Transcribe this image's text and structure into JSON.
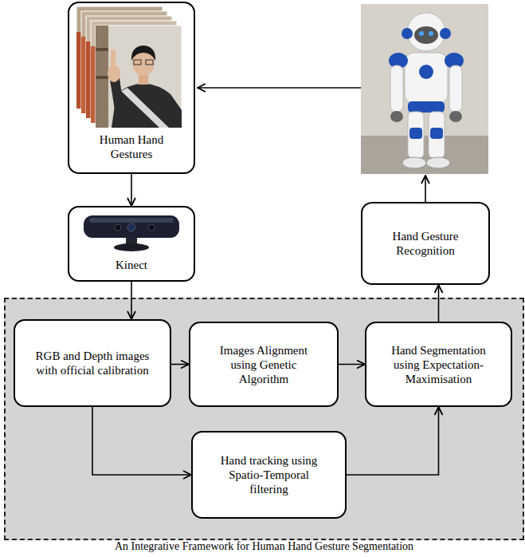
{
  "diagram": {
    "nodes": [
      {
        "text": [
          "Human Hand Gestures"
        ]
      },
      {
        "text": [
          "Kinect"
        ]
      },
      {
        "text": [
          "An Integrative Framework for Human Hand Gesture Segmentation"
        ]
      },
      {
        "text": [
          "RGB and Depth images with official calibration"
        ],
        "in": 2
      },
      {
        "text": [
          "Images Alignment using Genetic Algorithm"
        ],
        "in": 2
      },
      {
        "text": [
          "Hand Segmentation using Expectation-Maximisation"
        ],
        "in": 2
      },
      {
        "text": [
          "Hand tracking using Spatio-Temporal filtering"
        ],
        "in": 2
      },
      {
        "text": [
          "Hand Gesture Recognition"
        ]
      }
    ],
    "edges": [
      {
        "from": 0,
        "to": 1,
        "arrow": "to"
      },
      {
        "from": 1,
        "to": 3,
        "arrow": "to"
      },
      {
        "from": 3,
        "to": 4,
        "arrow": "to"
      },
      {
        "from": 4,
        "to": 5,
        "arrow": "to"
      },
      {
        "from": 3,
        "to": 6,
        "arrow": "to"
      },
      {
        "from": 6,
        "to": 5,
        "arrow": "to"
      },
      {
        "from": 5,
        "to": 7,
        "arrow": "to"
      }
    ]
  }
}
